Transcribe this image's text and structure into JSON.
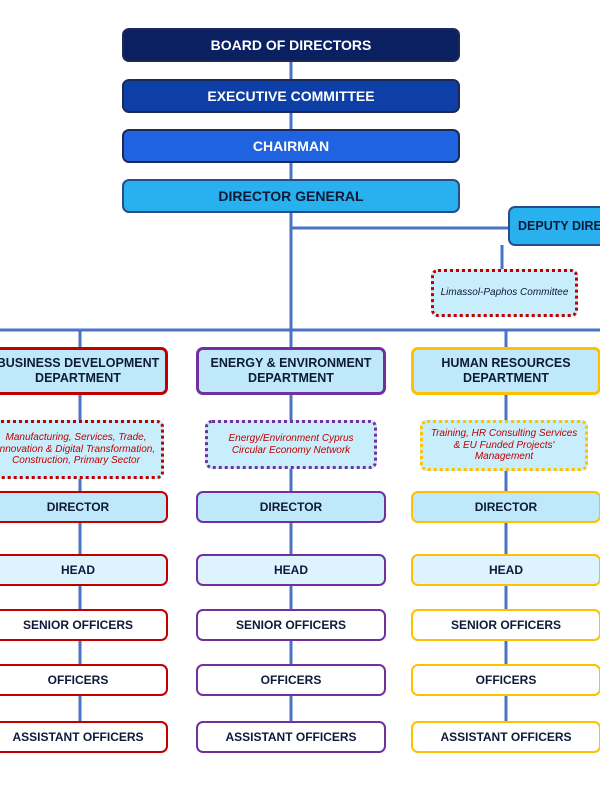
{
  "top": {
    "board": "BOARD OF DIRECTORS",
    "executive": "EXECUTIVE COMMITTEE",
    "chairman": "CHAIRMAN",
    "director_general": "DIRECTOR GENERAL",
    "deputy": "DEPUTY DIRE"
  },
  "committee": "Limassol-Paphos Committee",
  "departments": [
    {
      "name": "BUSINESS DEVELOPMENT DEPARTMENT",
      "sub": "Manufacturing, Services, Trade, Innovation & Digital Transformation, Construction, Primary Sector"
    },
    {
      "name": "ENERGY & ENVIRONMENT DEPARTMENT",
      "sub": "Energy/Environment Cyprus Circular Economy Network"
    },
    {
      "name": "HUMAN RESOURCES DEPARTMENT",
      "sub": "Training, HR Consulting Services & EU Funded Projects' Management"
    }
  ],
  "roles": [
    "DIRECTOR",
    "HEAD",
    "SENIOR OFFICERS",
    "OFFICERS",
    "ASSISTANT OFFICERS"
  ],
  "colors": {
    "board": "#0b2060",
    "executive": "#0d3fa6",
    "chairman": "#1f63e0",
    "director_general": "#29b0ee",
    "deputy": "#29b0ee",
    "line": "#4a73c4",
    "business": "#c00000",
    "energy": "#7030a0",
    "hr": "#ffc000"
  }
}
